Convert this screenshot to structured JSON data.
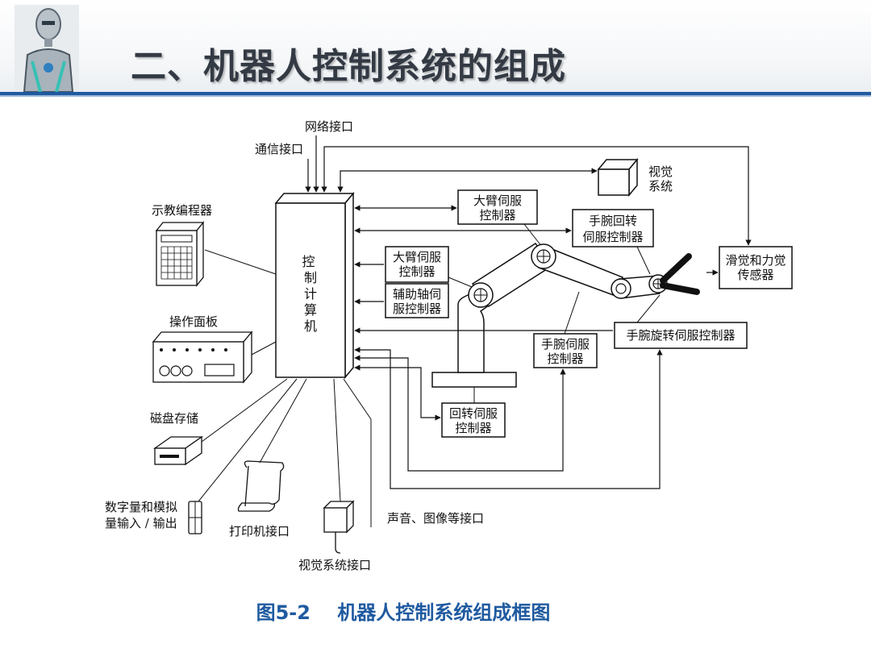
{
  "header": {
    "title": "二、机器人控制系统的组成"
  },
  "diagram": {
    "controller": "控\n制\n计\n算\n机",
    "top_inputs": {
      "network": "网络接口",
      "comm": "通信接口"
    },
    "left_devices": {
      "teach_pendant": "示教编程器",
      "operator_panel": "操作面板",
      "disk_storage": "磁盘存储",
      "digital_analog_io": "数字量和模拟\n量输入 / 输出",
      "printer": "打印机接口",
      "vision_interface": "视觉系统接口",
      "audio_image": "声音、图像等接口"
    },
    "servo_boxes": {
      "big_arm_top": "大臂伺服\n控制器",
      "wrist_rotate_top": "手腕回转\n伺服控制器",
      "big_arm_left": "大臂伺服\n控制器",
      "aux_axis": "辅助轴伺\n服控制器",
      "wrist_servo": "手腕伺服\n控制器",
      "wrist_spin": "手腕旋转伺服控制器",
      "base_rotate": "回转伺服\n控制器"
    },
    "sensors": {
      "vision_system": "视觉\n系统",
      "slip_force": "滑觉和力觉\n传感器"
    }
  },
  "caption": "图5-2    机器人控制系统组成框图"
}
